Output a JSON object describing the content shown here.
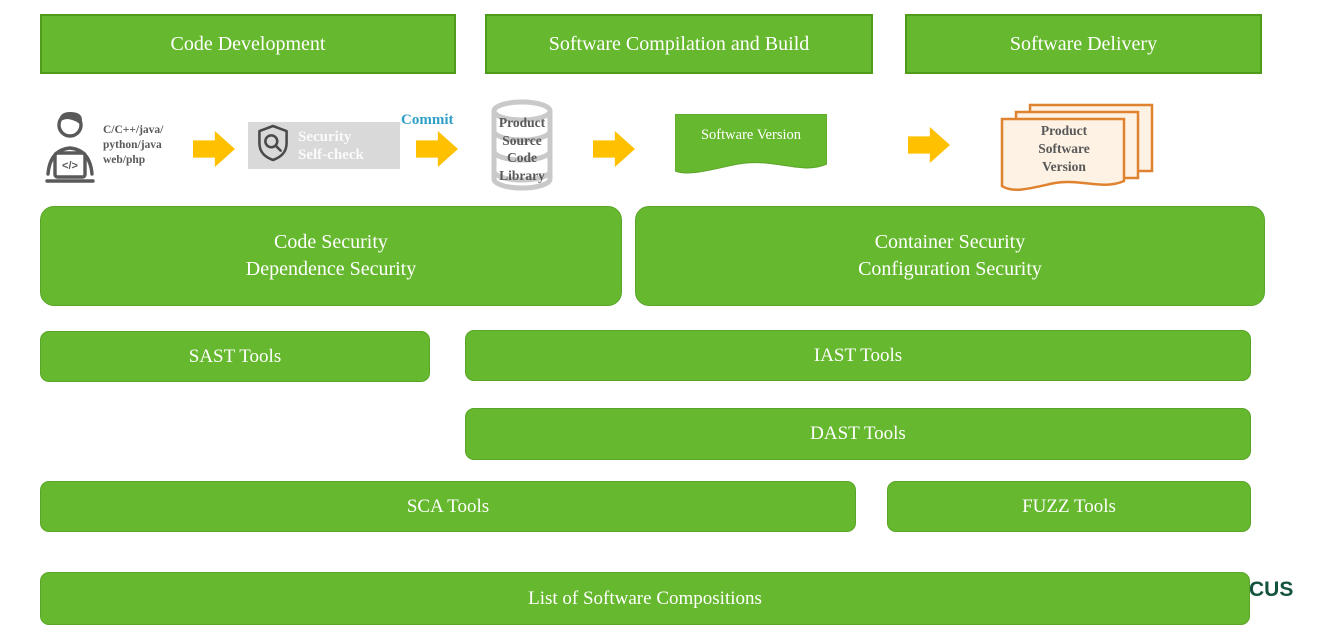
{
  "colors": {
    "box_green": "#66b82f",
    "box_green_border": "#4f9b1b",
    "arrow_yellow": "#ffc000",
    "gray_panel": "#d9d9d9",
    "icon_gray": "#595959",
    "commit_teal": "#2f9fc6",
    "doc_cream": "#fdf2e3",
    "doc_orange": "#e08330",
    "logo_dark_green": "#14533f"
  },
  "stages": [
    {
      "label": "Code Development"
    },
    {
      "label": "Software Compilation and Build"
    },
    {
      "label": "Software Delivery"
    }
  ],
  "pipeline": {
    "developer_langs": "C/C++/java/\npython/java\nweb/php",
    "self_check_label": "Security\nSelf-check",
    "commit_label": "Commit",
    "repo_lines": [
      "Product",
      "Source",
      "Code",
      "Library"
    ],
    "software_version_label": "Software Version",
    "product_software_version_label": "Product\nSoftware\nVersion"
  },
  "security_layers": [
    {
      "label": "Code Security\nDependence Security"
    },
    {
      "label": "Container Security\nConfiguration Security"
    }
  ],
  "tools": {
    "sast": "SAST Tools",
    "iast": "IAST Tools",
    "dast": "DAST Tools",
    "sca": "SCA Tools",
    "fuzz": "FUZZ Tools",
    "list": "List of Software Compositions"
  },
  "logo_text": "CUS"
}
